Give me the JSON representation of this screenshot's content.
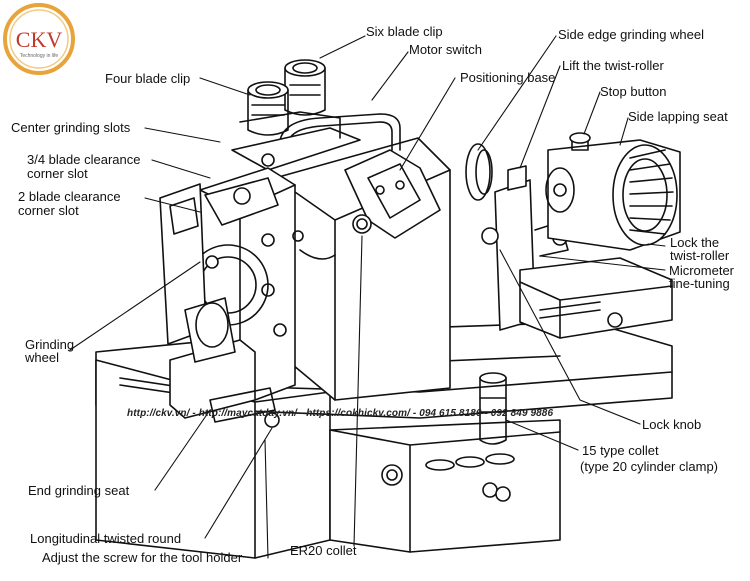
{
  "logo": {
    "text": "CKV",
    "tagline": "Technology in life"
  },
  "watermark": "http://ckv.vn/ - http://maycatday.vn/ - https://cokhickv.com/ - 094 615 8186 - 092 849 9886",
  "labels": {
    "six_blade_clip": "Six blade clip",
    "motor_switch": "Motor switch",
    "four_blade_clip": "Four blade clip",
    "positioning_base": "Positioning base",
    "side_edge_grinding_wheel": "Side edge grinding wheel",
    "lift_twist_roller": "Lift the twist-roller",
    "stop_button": "Stop button",
    "side_lapping_seat": "Side lapping seat",
    "center_grinding_slots": "Center grinding slots",
    "blade_34_clearance_1": "3/4 blade clearance",
    "blade_34_clearance_2": "corner slot",
    "blade_2_clearance_1": "2 blade clearance",
    "blade_2_clearance_2": "corner slot",
    "lock_twist_roller_1": "Lock the",
    "lock_twist_roller_2": "twist-roller",
    "micrometer_1": "Micrometer",
    "micrometer_2": "fine-tuning",
    "grinding_wheel_1": "Grinding",
    "grinding_wheel_2": "wheel",
    "lock_knob": "Lock knob",
    "collet_15_1": "15 type collet",
    "collet_15_2": "(type 20 cylinder clamp)",
    "end_grinding_seat": "End grinding seat",
    "longitudinal_twisted_round": "Longitudinal twisted round",
    "adjust_screw": "Adjust the screw for the tool holder",
    "er20_collet": "ER20 collet"
  },
  "colors": {
    "line": "#111111",
    "logo_ring": "#e8a33b",
    "logo_text": "#c0392b",
    "background": "#ffffff"
  }
}
